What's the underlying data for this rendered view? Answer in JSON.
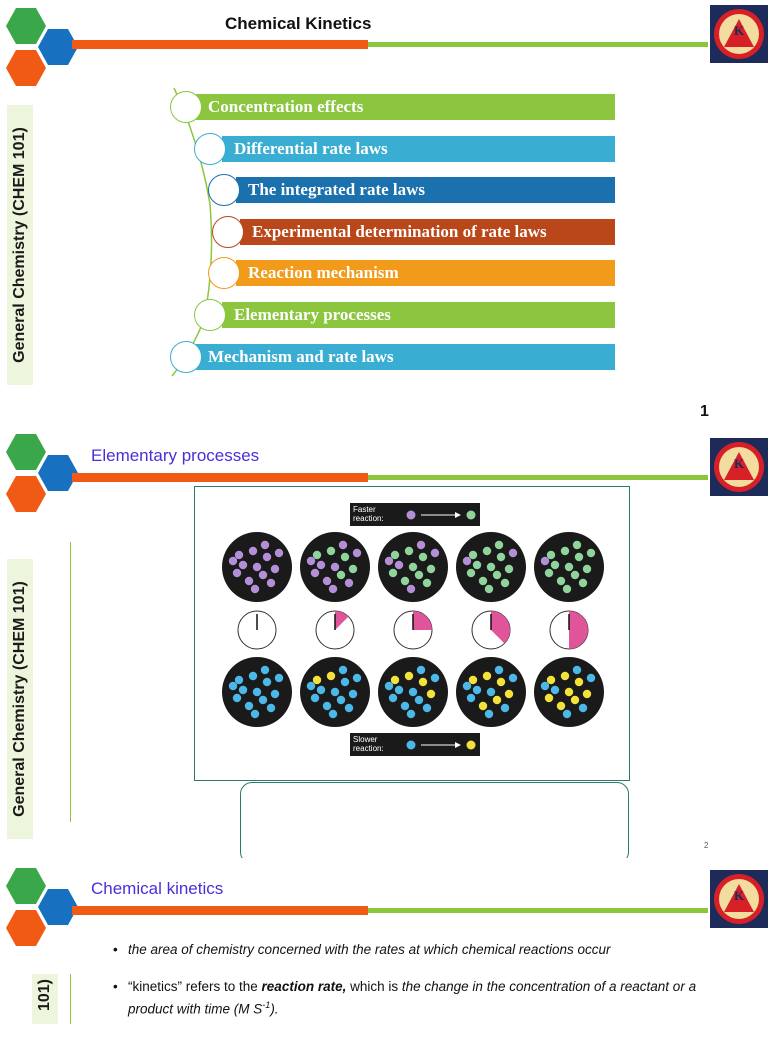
{
  "slide1": {
    "title": "Chemical Kinetics",
    "side_label": "General Chemistry (CHEM 101)",
    "logo_text": "K",
    "page_number": "1",
    "menu": [
      {
        "label": "Concentration effects",
        "color": "#8cc63f"
      },
      {
        "label": "Differential rate laws",
        "color": "#3aaed2"
      },
      {
        "label": "The integrated rate laws",
        "color": "#1b70ae"
      },
      {
        "label": "Experimental determination of rate laws",
        "color": "#b9471a"
      },
      {
        "label": "Reaction mechanism",
        "color": "#f29a1a"
      },
      {
        "label": "Elementary processes",
        "color": "#8cc63f"
      },
      {
        "label": "Mechanism and rate laws",
        "color": "#3aaed2"
      }
    ]
  },
  "slide2": {
    "title": "Elementary processes",
    "side_label": "General Chemistry (CHEM 101)",
    "logo_text": "K",
    "page_number": "2",
    "figure": {
      "faster_label": "Faster\nreaction:",
      "slower_label": "Slower\nreaction:",
      "fast_reactant_color": "#b48fd8",
      "fast_product_color": "#8fd49a",
      "slow_reactant_color": "#4cb8e8",
      "slow_product_color": "#f2e23a",
      "clock_fill_color": "#e0559a",
      "time_fractions": [
        0,
        0.125,
        0.25,
        0.375,
        0.5
      ],
      "fast_product_fraction": [
        0,
        0.35,
        0.65,
        0.85,
        0.95
      ],
      "slow_product_fraction": [
        0,
        0.12,
        0.3,
        0.45,
        0.6
      ]
    }
  },
  "slide3": {
    "title": "Chemical kinetics",
    "side_label": "101)",
    "logo_text": "K",
    "bullets": [
      {
        "parts": [
          {
            "t": "the area of chemistry concerned with the rates at which chemical reactions occur",
            "i": true,
            "b": false
          }
        ]
      },
      {
        "parts": [
          {
            "t": "“kinetics” refers to the ",
            "i": false,
            "b": false
          },
          {
            "t": "reaction rate,",
            "i": true,
            "b": true
          },
          {
            "t": " which is ",
            "i": false,
            "b": false
          },
          {
            "t": "the change in the concentration of a reactant or a product with time (M S",
            "i": true,
            "b": false
          },
          {
            "t": "-1",
            "i": true,
            "b": false,
            "sup": true
          },
          {
            "t": ").",
            "i": true,
            "b": false
          }
        ]
      }
    ]
  }
}
